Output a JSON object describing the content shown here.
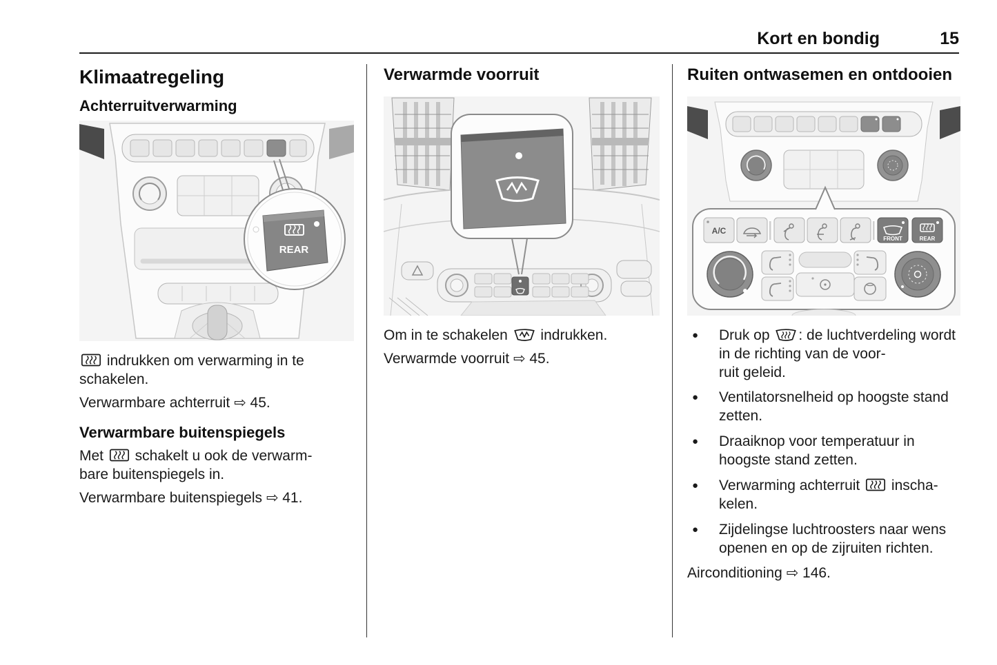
{
  "header": {
    "chapter_title": "Kort en bondig",
    "page_number": "15"
  },
  "col1": {
    "heading": "Klimaatregeling",
    "subheading_rear_window": "Achterruitverwarming",
    "para_switch_on_after_icon": " indrukken om verwarming in te schakelen.",
    "ref_heated_rear_window": "Verwarmbare achterruit ⇨ 45.",
    "subheading_mirrors": "Verwarmbare buitenspiegels",
    "para_mirrors_before_icon": "Met ",
    "para_mirrors_after_icon": " schakelt u ook de verwarm-\nbare buitenspiegels in.",
    "ref_heated_mirrors": "Verwarmbare buitenspiegels ⇨ 41."
  },
  "col2": {
    "heading": "Verwarmde voorruit",
    "para_before_icon": "Om in te schakelen ",
    "para_after_icon": " indrukken.",
    "ref_heated_windscreen": "Verwarmde voorruit ⇨ 45."
  },
  "col3": {
    "heading": "Ruiten ontwasemen en ontdooien",
    "bullet1_before_icon": "Druk op ",
    "bullet1_after_icon": ": de luchtverdeling wordt in de richting van de voor-\nruit geleid.",
    "bullet2": "Ventilatorsnelheid op hoogste stand zetten.",
    "bullet3": "Draaiknop voor temperatuur in hoogste stand zetten.",
    "bullet4_before_icon": "Verwarming achterruit ",
    "bullet4_after_icon": " inscha-\nkelen.",
    "bullet5": "Zijdelingse luchtroosters naar wens openen en op de zijruiten richten.",
    "ref_airco": "Airconditioning ⇨ 146."
  },
  "illustration_labels": {
    "rear_button": "REAR",
    "front_button": "FRONT",
    "ac_button": "A/C"
  },
  "icons": {
    "inline_icon_1": "rear-window-heating-icon",
    "inline_icon_2": "heated-windscreen-icon",
    "inline_icon_3": "windscreen-defrost-icon",
    "reference_arrow_glyph": "⇨"
  }
}
